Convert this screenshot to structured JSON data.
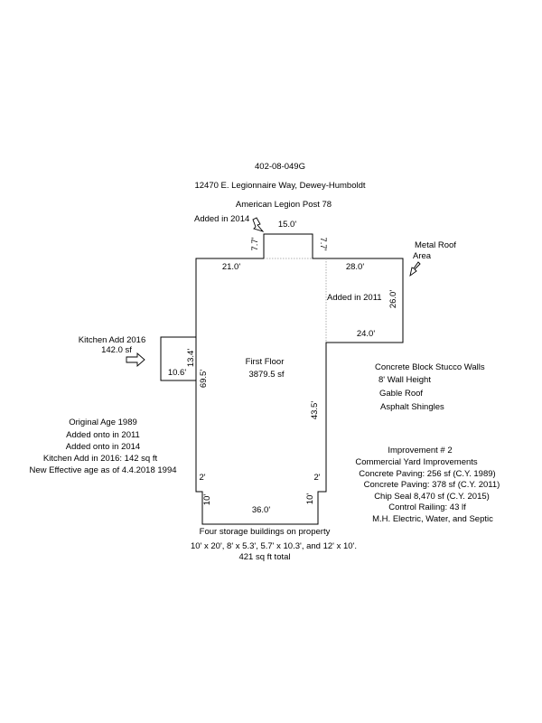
{
  "header": {
    "parcel_id": "402-08-049G",
    "address": "12470 E. Legionnaire Way, Dewey-Humboldt",
    "owner": "American Legion Post 78"
  },
  "annotations": {
    "added_2014": "Added in 2014",
    "metal_roof_line1": "Metal Roof",
    "metal_roof_line2": "Area",
    "added_2011": "Added in 2011",
    "kitchen_add_line1": "Kitchen Add 2016",
    "kitchen_add_line2": "142.0 sf",
    "first_floor_line1": "First Floor",
    "first_floor_line2": "3879.5 sf"
  },
  "dimensions": {
    "top_bump_width": "15.0'",
    "top_bump_left_height": "7.7'",
    "top_bump_right_height": "7.7'",
    "top_left_wall": "21.0'",
    "top_right_wall": "28.0'",
    "right_addition_height": "26.0'",
    "right_addition_bottom": "24.0'",
    "kitchen_height": "13.4'",
    "kitchen_width": "10.6'",
    "left_wall": "69.5'",
    "right_wall": "43.5'",
    "bottom_left_step": "2'",
    "bottom_right_step": "2'",
    "bottom_left_height": "10'",
    "bottom_right_height": "10'",
    "bottom_width": "36.0'"
  },
  "construction_notes": [
    "Concrete Block Stucco Walls",
    "8' Wall Height",
    "Gable Roof",
    "Asphalt Shingles"
  ],
  "age_notes": [
    "Original Age 1989",
    "Added onto in 2011",
    "Added onto in 2014",
    "Kitchen Add in 2016: 142 sq ft",
    "New Effective age as of 4.4.2018 1994"
  ],
  "improvement_notes": [
    "Improvement # 2",
    "Commercial Yard Improvements",
    "Concrete Paving: 256 sf (C.Y. 1989)",
    "Concrete Paving: 378 sf (C.Y. 2011)",
    "Chip Seal 8,470 sf (C.Y. 2015)",
    "Control Railing: 43 lf",
    "M.H. Electric, Water, and Septic"
  ],
  "storage_notes": [
    "Four storage buildings on property",
    "10' x 20', 8' x 5.3', 5.7' x 10.3', and 12' x 10'.",
    "421 sq ft total"
  ],
  "colors": {
    "line": "#000000",
    "dotted_line": "#999999",
    "background": "#ffffff"
  }
}
